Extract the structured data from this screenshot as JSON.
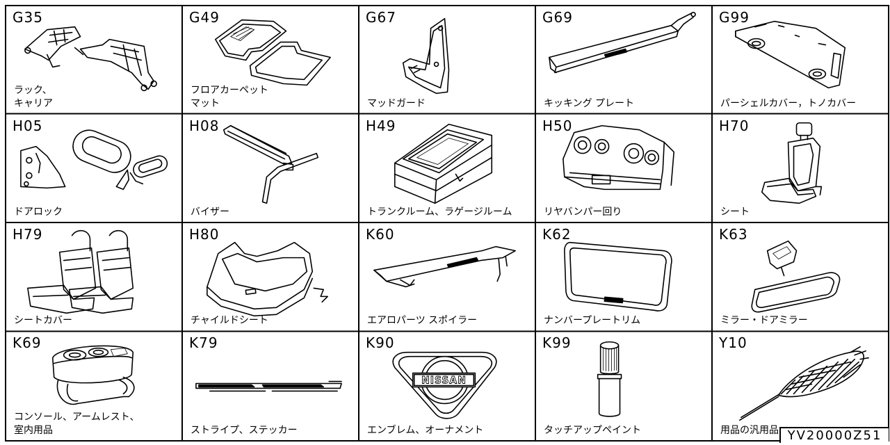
{
  "diagram_id": "YV20000Z51",
  "cells": [
    {
      "code": "G35",
      "label": "ラック、\nキャリア",
      "icon": "roof-rack-icon"
    },
    {
      "code": "G49",
      "label": "フロアカーペット\nマット",
      "icon": "floor-mat-icon"
    },
    {
      "code": "G67",
      "label": "マッドガード",
      "icon": "mud-guard-icon"
    },
    {
      "code": "G69",
      "label": "キッキング プレート",
      "icon": "kicking-plate-icon"
    },
    {
      "code": "G99",
      "label": "パーシェルカバー，トノカバー",
      "icon": "parcel-shelf-icon"
    },
    {
      "code": "H05",
      "label": "ドアロック",
      "icon": "door-lock-icon"
    },
    {
      "code": "H08",
      "label": "バイザー",
      "icon": "visor-icon"
    },
    {
      "code": "H49",
      "label": "トランクルーム、ラゲージルーム",
      "icon": "trunk-box-icon"
    },
    {
      "code": "H50",
      "label": "リヤバンパー回り",
      "icon": "rear-bumper-icon"
    },
    {
      "code": "H70",
      "label": "シート",
      "icon": "seat-icon"
    },
    {
      "code": "H79",
      "label": "シートカバー",
      "icon": "seat-cover-icon"
    },
    {
      "code": "H80",
      "label": "チャイルドシート",
      "icon": "child-seat-icon"
    },
    {
      "code": "K60",
      "label": "エアロパーツ スポイラー",
      "icon": "spoiler-icon"
    },
    {
      "code": "K62",
      "label": "ナンバープレートリム",
      "icon": "number-plate-rim-icon"
    },
    {
      "code": "K63",
      "label": "ミラー・ドアミラー",
      "icon": "mirror-icon"
    },
    {
      "code": "K69",
      "label": "コンソール、アームレスト、\n室内用品",
      "icon": "console-icon"
    },
    {
      "code": "K79",
      "label": "ストライプ、ステッカー",
      "icon": "stripe-sticker-icon"
    },
    {
      "code": "K90",
      "label": "エンブレム、オーナメント",
      "icon": "emblem-icon",
      "art_text": "NISSAN"
    },
    {
      "code": "K99",
      "label": "タッチアップペイント",
      "icon": "touch-up-paint-icon"
    },
    {
      "code": "Y10",
      "label": "用品の汎用品",
      "icon": "duster-icon"
    }
  ]
}
